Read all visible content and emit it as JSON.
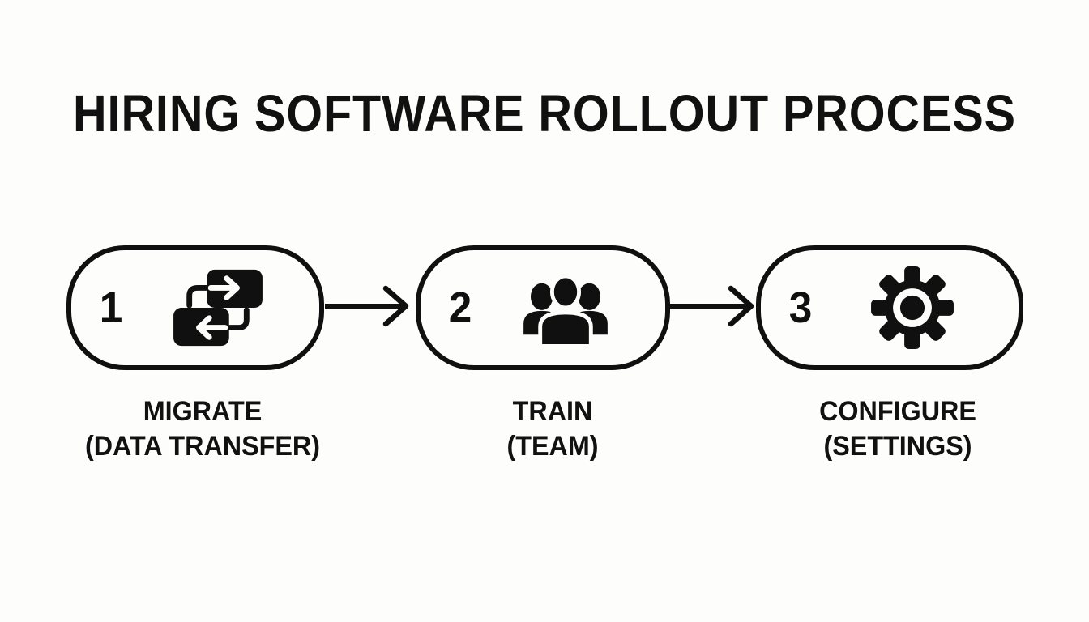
{
  "title": "HIRING SOFTWARE ROLLOUT PROCESS",
  "colors": {
    "background": "#fdfdfc",
    "ink": "#101010"
  },
  "steps": [
    {
      "number": "1",
      "icon": "data-transfer-icon",
      "label": "MIGRATE",
      "sublabel": "(DATA TRANSFER)"
    },
    {
      "number": "2",
      "icon": "team-icon",
      "label": "TRAIN",
      "sublabel": "(TEAM)"
    },
    {
      "number": "3",
      "icon": "gear-icon",
      "label": "CONFIGURE",
      "sublabel": "(SETTINGS)"
    }
  ],
  "connectors": [
    {
      "type": "arrow-right"
    },
    {
      "type": "arrow-right"
    }
  ]
}
